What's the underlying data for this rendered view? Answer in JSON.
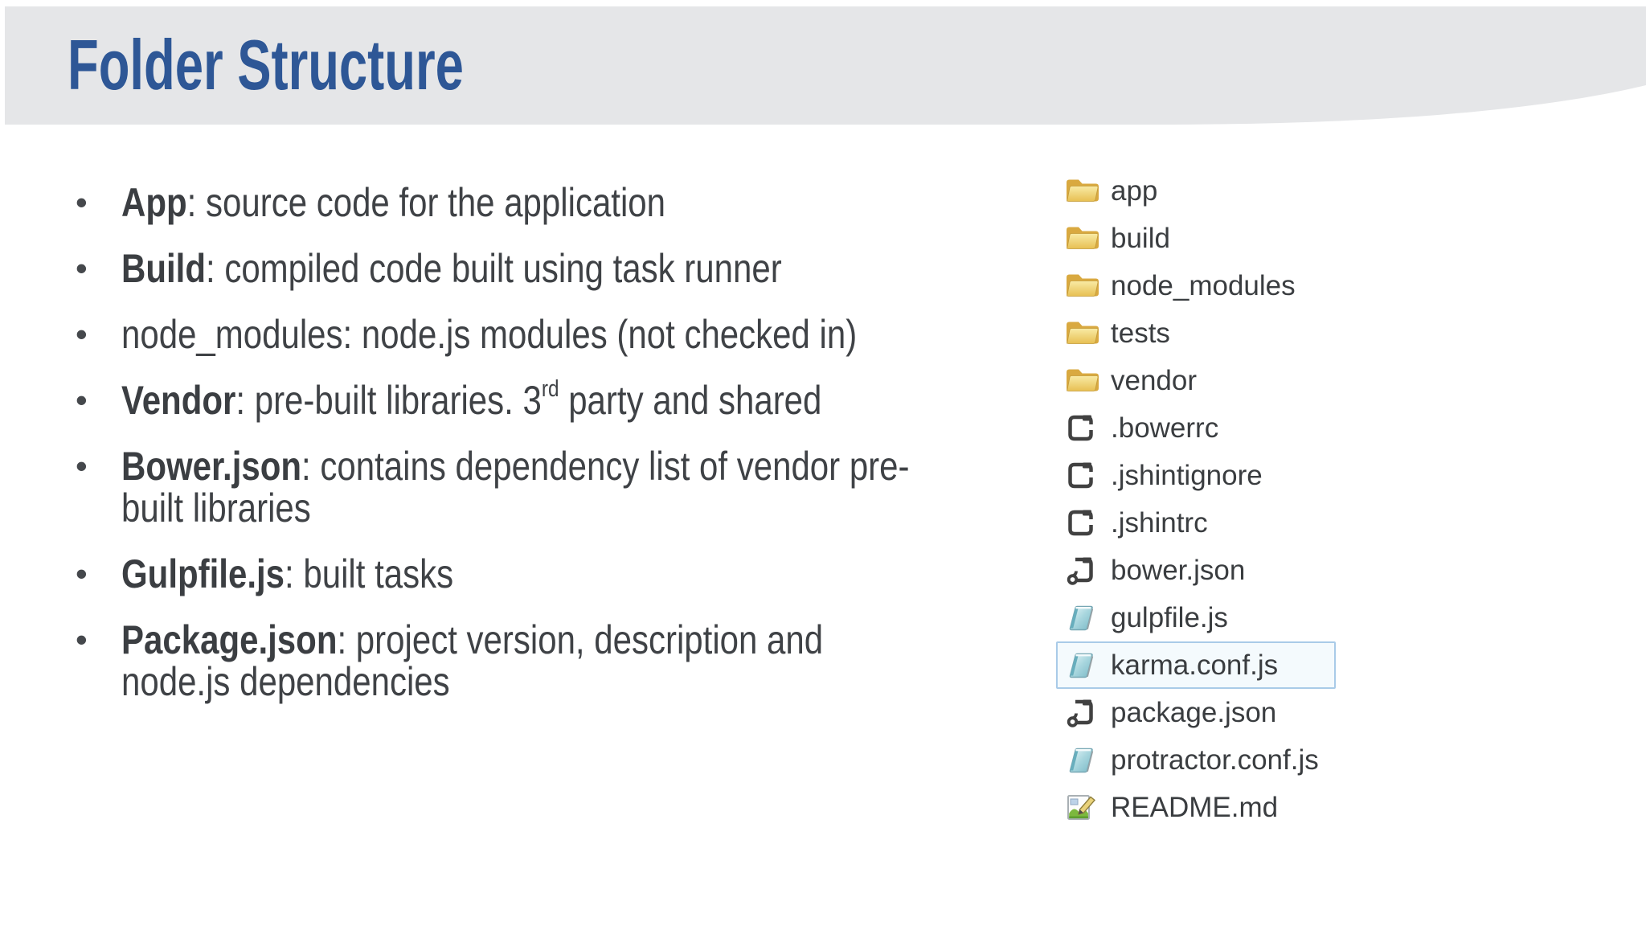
{
  "slide": {
    "title": "Folder Structure"
  },
  "colors": {
    "title_text": "#2e5796",
    "header_band": "#e5e6e8",
    "body_text": "#3f4246",
    "file_label_text": "#3a3d40",
    "selection_border": "#a9cbe8",
    "selection_fill": "#f4fafd",
    "folder_icon_yellow": "#eecb5e",
    "script_icon_gray": "#414141",
    "js_icon_teal": "#8fc7d2",
    "readme_icon_green": "#7cb83e"
  },
  "bullets": [
    {
      "term": "App",
      "rest": ": source code for the application"
    },
    {
      "term": "Build",
      "rest": ": compiled code built using task runner"
    },
    {
      "text": "node_modules: node.js modules (not checked in)"
    },
    {
      "term": "Vendor",
      "rest_pre": ": pre-built libraries. 3",
      "superscript": "rd",
      "rest_post": " party and shared"
    },
    {
      "term": "Bower.json",
      "rest": ": contains dependency list of vendor pre-built libraries"
    },
    {
      "term": "Gulpfile.js",
      "rest": ": built tasks"
    },
    {
      "term": "Package.json",
      "rest": ": project version, description and node.js dependencies"
    }
  ],
  "file_explorer": {
    "selected_item": "karma.conf.js",
    "items": [
      {
        "name": "app",
        "icon": "folder"
      },
      {
        "name": "build",
        "icon": "folder"
      },
      {
        "name": "node_modules",
        "icon": "folder"
      },
      {
        "name": "tests",
        "icon": "folder"
      },
      {
        "name": "vendor",
        "icon": "folder"
      },
      {
        "name": ".bowerrc",
        "icon": "script"
      },
      {
        "name": ".jshintignore",
        "icon": "script"
      },
      {
        "name": ".jshintrc",
        "icon": "script"
      },
      {
        "name": "bower.json",
        "icon": "json-script"
      },
      {
        "name": "gulpfile.js",
        "icon": "js-file"
      },
      {
        "name": "karma.conf.js",
        "icon": "js-file",
        "selected": true
      },
      {
        "name": "package.json",
        "icon": "json-script"
      },
      {
        "name": "protractor.conf.js",
        "icon": "js-file"
      },
      {
        "name": "README.md",
        "icon": "readme"
      }
    ]
  }
}
